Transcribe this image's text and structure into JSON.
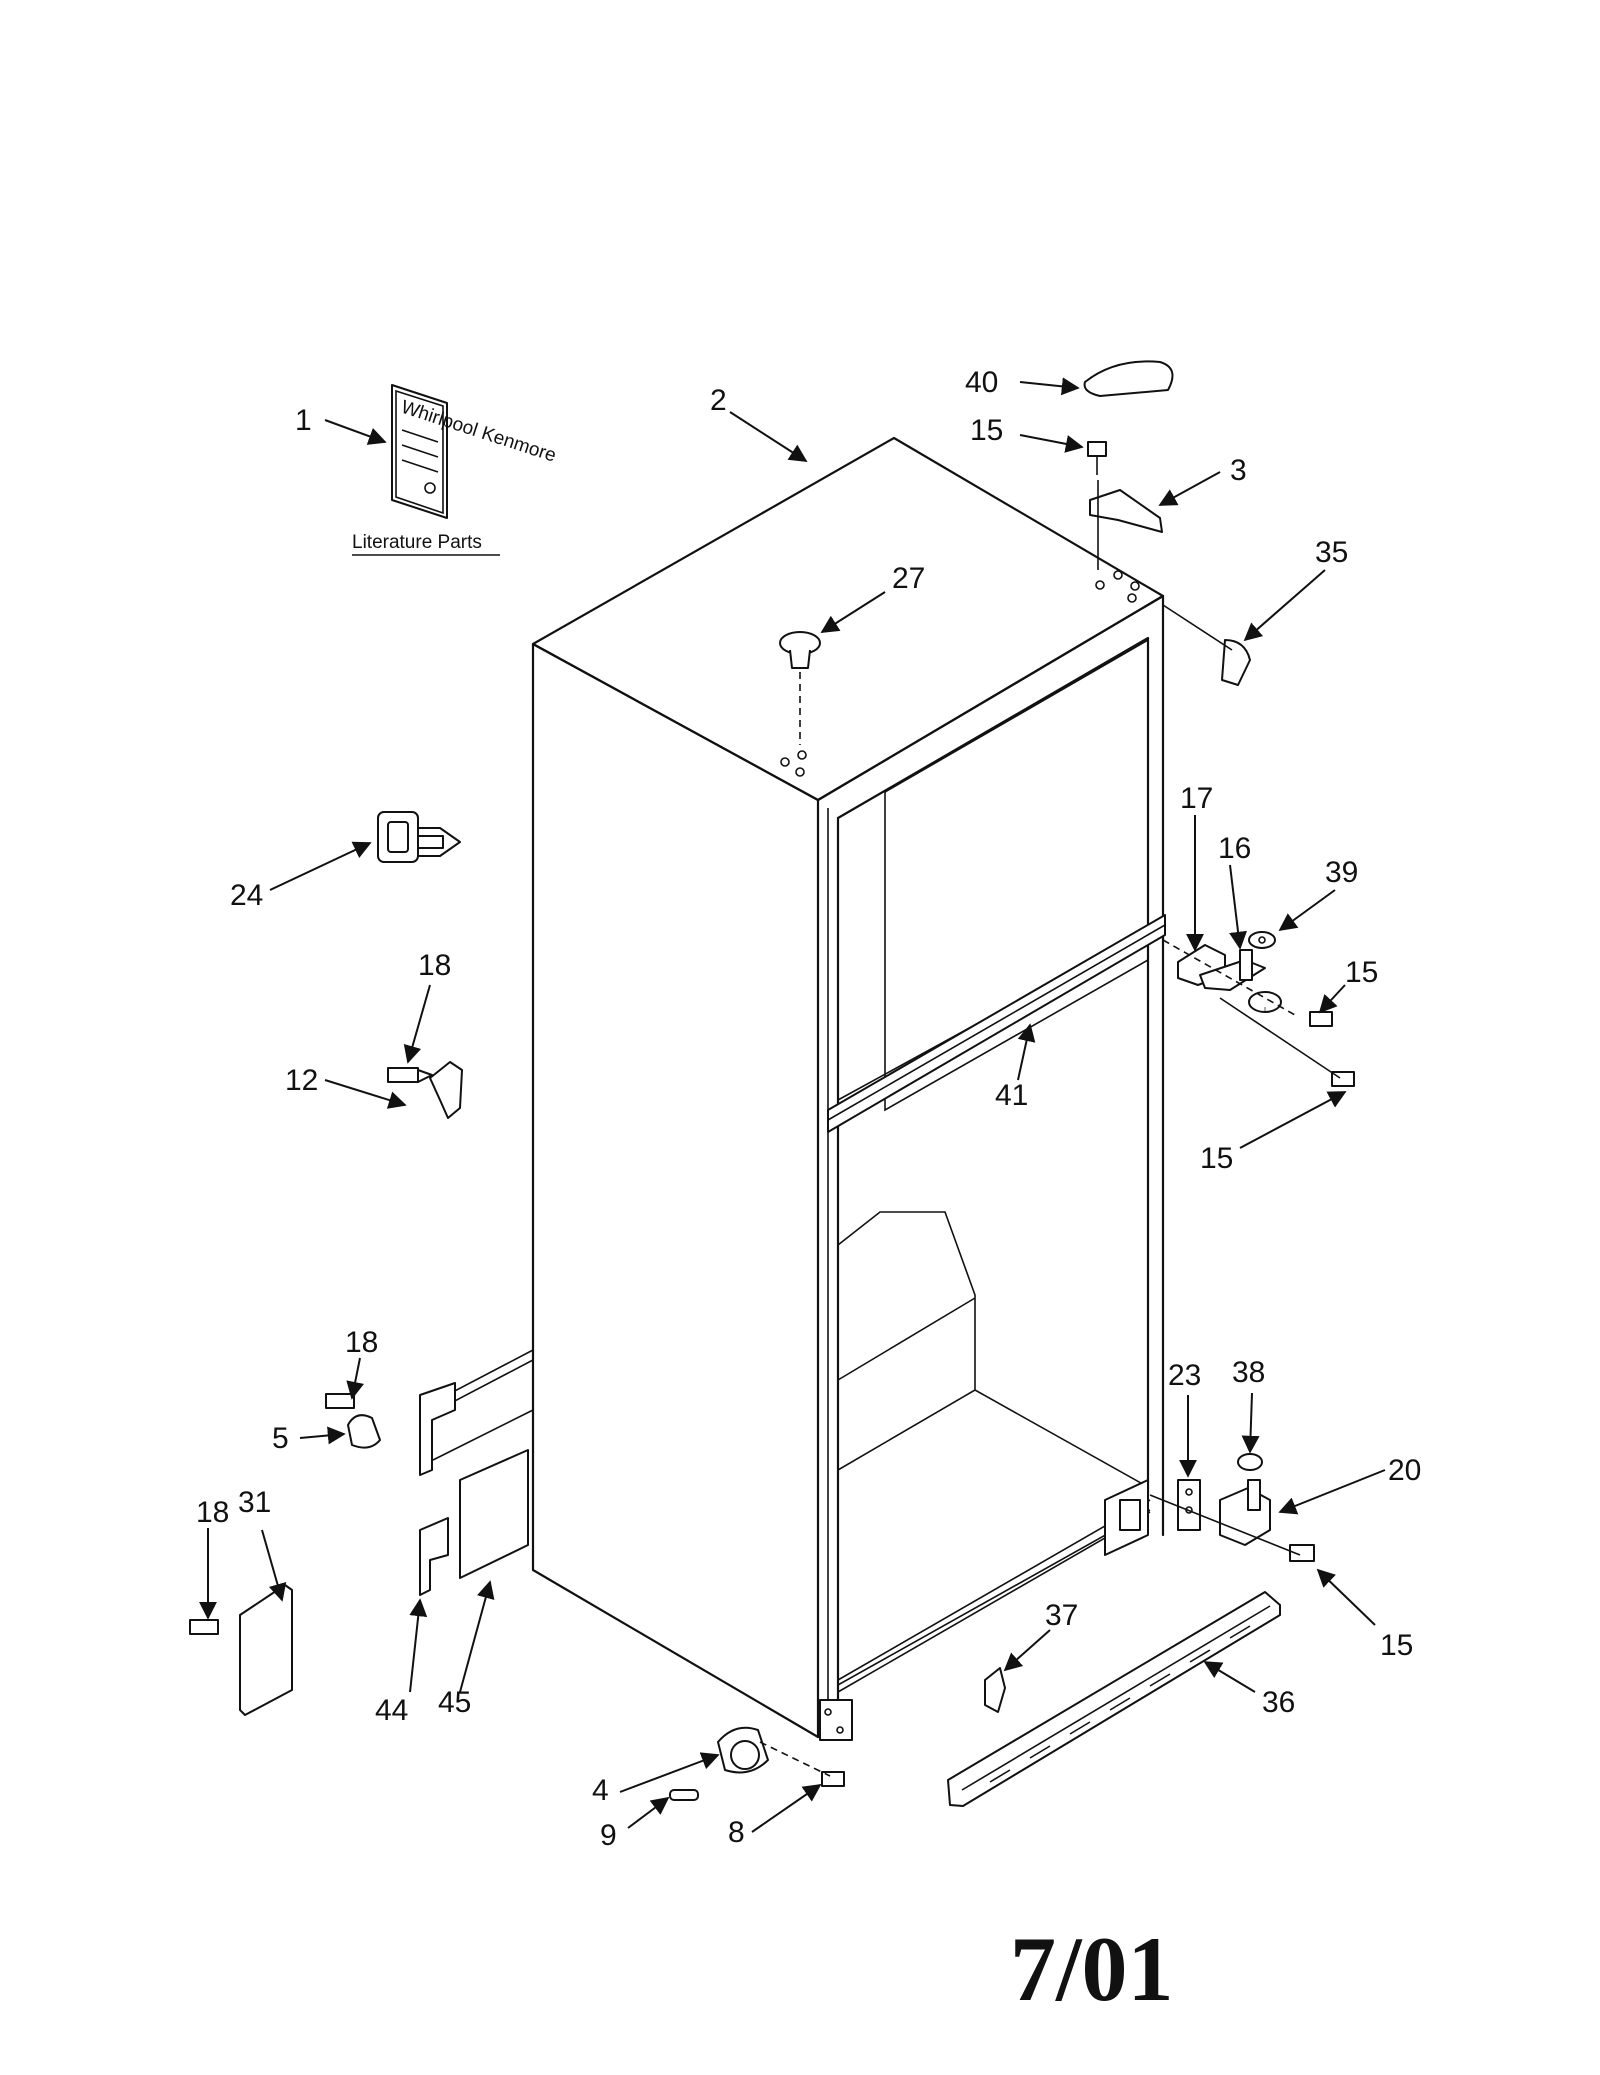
{
  "literature_parts_label": "Literature Parts",
  "date_code": "7/01",
  "booklet_text": "Whirlpool Kenmore",
  "callouts": {
    "c1": "1",
    "c2": "2",
    "c3": "3",
    "c4": "4",
    "c5": "5",
    "c8": "8",
    "c9": "9",
    "c12": "12",
    "c15a": "15",
    "c15b": "15",
    "c15c": "15",
    "c15d": "15",
    "c16": "16",
    "c17": "17",
    "c18a": "18",
    "c18b": "18",
    "c18c": "18",
    "c20": "20",
    "c23": "23",
    "c24": "24",
    "c27": "27",
    "c31": "31",
    "c35": "35",
    "c36": "36",
    "c37": "37",
    "c38": "38",
    "c39": "39",
    "c40": "40",
    "c41": "41",
    "c44": "44",
    "c45": "45"
  }
}
